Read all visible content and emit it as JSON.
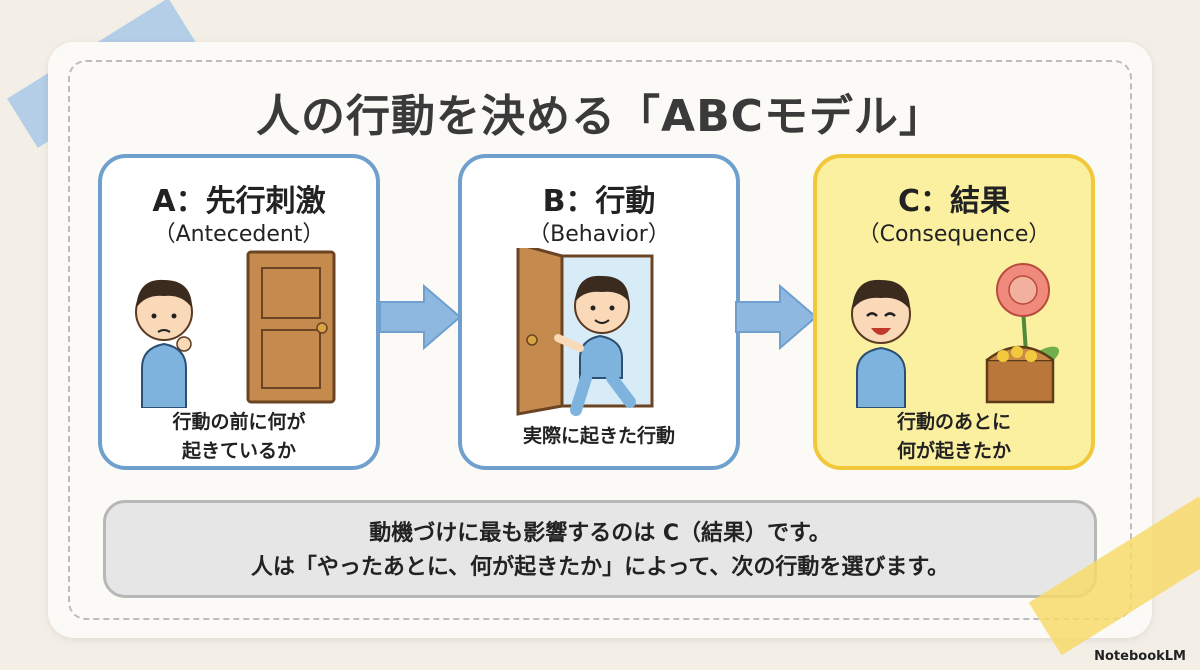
{
  "title": "人の行動を決める「ABCモデル」",
  "panels": [
    {
      "title": "A：先行刺激",
      "subtitle": "（Antecedent）",
      "caption_line1": "行動の前に何が",
      "caption_line2": "起きているか"
    },
    {
      "title": "B：行動",
      "subtitle": "（Behavior）",
      "caption_line1": "実際に起きた行動",
      "caption_line2": ""
    },
    {
      "title": "C：結果",
      "subtitle": "（Consequence）",
      "caption_line1": "行動のあとに",
      "caption_line2": "何が起きたか"
    }
  ],
  "summary": {
    "line1": "動機づけに最も影響するのは C（結果）です。",
    "line2": "人は「やったあとに、何が起きたか」によって、次の行動を選びます。"
  },
  "brand": "NotebookLM",
  "colors": {
    "panel_border_blue": "#6e9fcd",
    "panel_border_yellow": "#f0c83a",
    "panel_fill_yellow": "#fbf0a0",
    "arrow": "#8fb8e0"
  }
}
